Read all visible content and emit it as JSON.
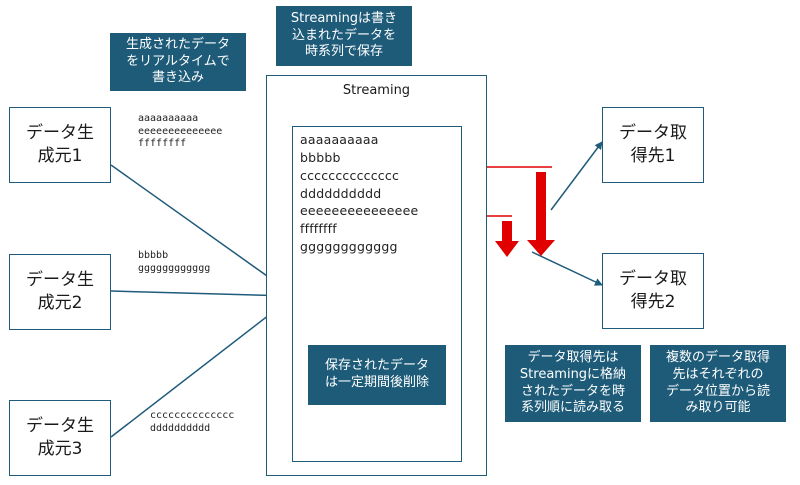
{
  "notes": {
    "realtime_write": "生成されたデータ\nをリアルタイムで\n書き込み",
    "stream_save": "Streamingは書き\n込まれたデータを\n時系列で保存",
    "retention": "保存されたデータ\nは一定期間後削除",
    "consumer_read": "データ取得先は\nStreamingに格納\nされたデータを時\n系列順に読み取る",
    "multi_consumer": "複数のデータ取得\n先はそれぞれの\nデータ位置から読\nみ取り可能"
  },
  "producers": [
    {
      "label": "データ生\n成元1",
      "data": "aaaaaaaaaa\neeeeeeeeeeeeee\nffffffff"
    },
    {
      "label": "データ生\n成元2",
      "data": "bbbbb\ngggggggggggg"
    },
    {
      "label": "データ生\n成元3",
      "data": "cccccccccccccc\ndddddddddd"
    }
  ],
  "consumers": [
    {
      "label": "データ取\n得先1"
    },
    {
      "label": "データ取\n得先2"
    }
  ],
  "streaming": {
    "title": "Streaming",
    "records": [
      "aaaaaaaaaa",
      "bbbbb",
      "cccccccccccccc",
      "dddddddddd",
      "eeeeeeeeeeeeeee",
      "ffffffff",
      "gggggggggggg"
    ]
  },
  "colors": {
    "box_border": "#1f5b7a",
    "note_bg": "#1d5b79",
    "line": "#1f5b7a",
    "marker": "#e00000"
  }
}
